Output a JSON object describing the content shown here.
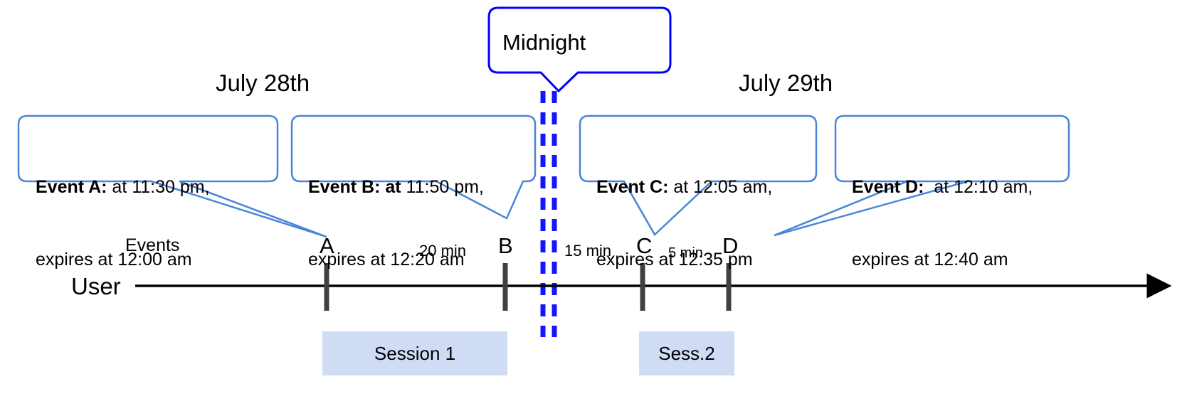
{
  "diagram": {
    "title_callout": {
      "label": "Midnight",
      "border_color": "#0000ff"
    },
    "dates": [
      {
        "label": "July 28th"
      },
      {
        "label": "July 29th"
      }
    ],
    "row_labels": {
      "events": "Events",
      "user": "User"
    },
    "callouts": [
      {
        "name": "event-a",
        "bold": "Event A:",
        "line1_rest": " at 11:30 pm,",
        "line2": "expires at 12:00 am",
        "border_color": "#4a86d8"
      },
      {
        "name": "event-b",
        "bold": "Event B: at",
        "line1_rest": " 11:50 pm,",
        "line2": "expires at 12:20 am",
        "border_color": "#4a86d8"
      },
      {
        "name": "event-c",
        "bold": "Event C:",
        "line1_rest": " at 12:05 am,",
        "line2": "expires at 12:35 pm",
        "border_color": "#4a86d8"
      },
      {
        "name": "event-d",
        "bold": "Event D:",
        "line1_rest": "  at 12:10 am,",
        "line2": "expires at 12:40 am",
        "border_color": "#4a86d8"
      }
    ],
    "timeline": {
      "markers": [
        {
          "letter": "A"
        },
        {
          "letter": "B"
        },
        {
          "letter": "C"
        },
        {
          "letter": "D"
        }
      ],
      "gaps": [
        {
          "label": "20 min",
          "between": "A-B"
        },
        {
          "label": "15 min",
          "between": "B-C"
        },
        {
          "label": "5 min",
          "between": "C-D"
        }
      ],
      "axis_color": "#000000",
      "tick_color": "#404040"
    },
    "sessions": [
      {
        "label": "Session 1",
        "fill": "#cfdcf4"
      },
      {
        "label": "Sess.2",
        "fill": "#cfdcf4"
      }
    ]
  }
}
